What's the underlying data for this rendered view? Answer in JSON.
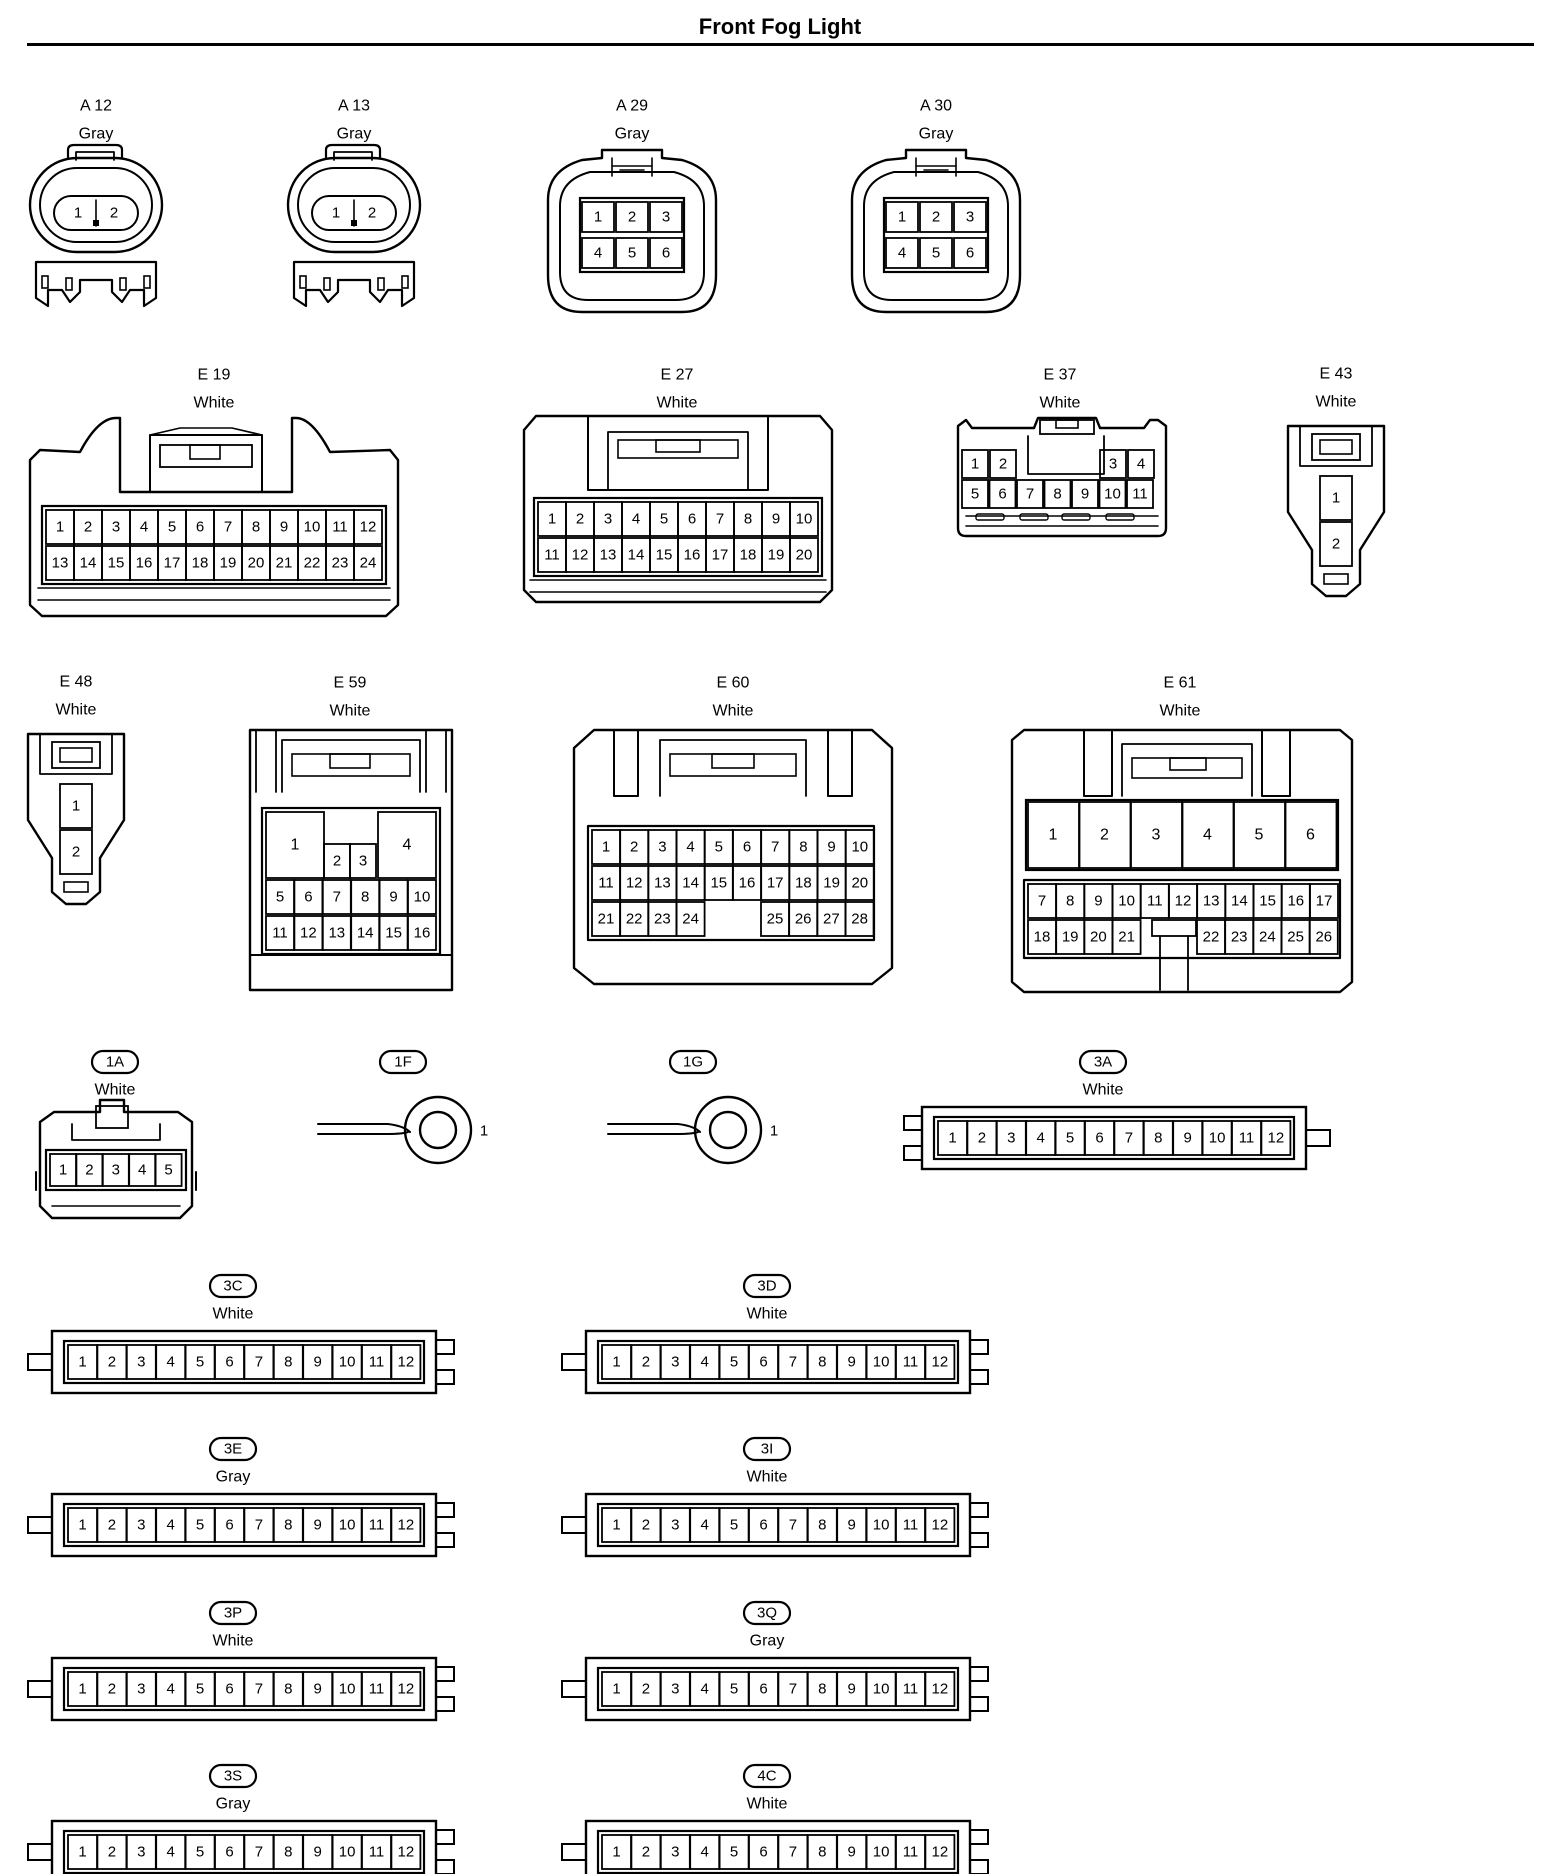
{
  "title": "Front Fog Light",
  "connectors": [
    {
      "id": "A 12",
      "color": "Gray",
      "pins": [
        "1",
        "2"
      ]
    },
    {
      "id": "A 13",
      "color": "Gray",
      "pins": [
        "1",
        "2"
      ]
    },
    {
      "id": "A 29",
      "color": "Gray",
      "pins": [
        "1",
        "2",
        "3",
        "4",
        "5",
        "6"
      ]
    },
    {
      "id": "A 30",
      "color": "Gray",
      "pins": [
        "1",
        "2",
        "3",
        "4",
        "5",
        "6"
      ]
    },
    {
      "id": "E 19",
      "color": "White",
      "pins": [
        "1",
        "2",
        "3",
        "4",
        "5",
        "6",
        "7",
        "8",
        "9",
        "10",
        "11",
        "12",
        "13",
        "14",
        "15",
        "16",
        "17",
        "18",
        "19",
        "20",
        "21",
        "22",
        "23",
        "24"
      ]
    },
    {
      "id": "E 27",
      "color": "White",
      "pins": [
        "1",
        "2",
        "3",
        "4",
        "5",
        "6",
        "7",
        "8",
        "9",
        "10",
        "11",
        "12",
        "13",
        "14",
        "15",
        "16",
        "17",
        "18",
        "19",
        "20"
      ]
    },
    {
      "id": "E 37",
      "color": "White",
      "pins": [
        "1",
        "2",
        "3",
        "4",
        "5",
        "6",
        "7",
        "8",
        "9",
        "10",
        "11"
      ]
    },
    {
      "id": "E 43",
      "color": "White",
      "pins": [
        "1",
        "2"
      ]
    },
    {
      "id": "E 48",
      "color": "White",
      "pins": [
        "1",
        "2"
      ]
    },
    {
      "id": "E 59",
      "color": "White",
      "pins": [
        "1",
        "2",
        "3",
        "4",
        "5",
        "6",
        "7",
        "8",
        "9",
        "10",
        "11",
        "12",
        "13",
        "14",
        "15",
        "16"
      ]
    },
    {
      "id": "E 60",
      "color": "White",
      "pins": [
        "1",
        "2",
        "3",
        "4",
        "5",
        "6",
        "7",
        "8",
        "9",
        "10",
        "11",
        "12",
        "13",
        "14",
        "15",
        "16",
        "17",
        "18",
        "19",
        "20",
        "21",
        "22",
        "23",
        "24",
        "25",
        "26",
        "27",
        "28"
      ]
    },
    {
      "id": "E 61",
      "color": "White",
      "pins": [
        "1",
        "2",
        "3",
        "4",
        "5",
        "6",
        "7",
        "8",
        "9",
        "10",
        "11",
        "12",
        "13",
        "14",
        "15",
        "16",
        "17",
        "18",
        "19",
        "20",
        "21",
        "22",
        "23",
        "24",
        "25",
        "26"
      ]
    },
    {
      "id": "1A",
      "color": "White",
      "pins": [
        "1",
        "2",
        "3",
        "4",
        "5"
      ]
    },
    {
      "id": "1F",
      "color": "",
      "pins": [
        "1"
      ]
    },
    {
      "id": "1G",
      "color": "",
      "pins": [
        "1"
      ]
    },
    {
      "id": "3A",
      "color": "White",
      "pins": [
        "1",
        "2",
        "3",
        "4",
        "5",
        "6",
        "7",
        "8",
        "9",
        "10",
        "11",
        "12"
      ]
    },
    {
      "id": "3C",
      "color": "White",
      "pins": [
        "1",
        "2",
        "3",
        "4",
        "5",
        "6",
        "7",
        "8",
        "9",
        "10",
        "11",
        "12"
      ]
    },
    {
      "id": "3D",
      "color": "White",
      "pins": [
        "1",
        "2",
        "3",
        "4",
        "5",
        "6",
        "7",
        "8",
        "9",
        "10",
        "11",
        "12"
      ]
    },
    {
      "id": "3E",
      "color": "Gray",
      "pins": [
        "1",
        "2",
        "3",
        "4",
        "5",
        "6",
        "7",
        "8",
        "9",
        "10",
        "11",
        "12"
      ]
    },
    {
      "id": "3I",
      "color": "White",
      "pins": [
        "1",
        "2",
        "3",
        "4",
        "5",
        "6",
        "7",
        "8",
        "9",
        "10",
        "11",
        "12"
      ]
    },
    {
      "id": "3P",
      "color": "White",
      "pins": [
        "1",
        "2",
        "3",
        "4",
        "5",
        "6",
        "7",
        "8",
        "9",
        "10",
        "11",
        "12"
      ]
    },
    {
      "id": "3Q",
      "color": "Gray",
      "pins": [
        "1",
        "2",
        "3",
        "4",
        "5",
        "6",
        "7",
        "8",
        "9",
        "10",
        "11",
        "12"
      ]
    },
    {
      "id": "3S",
      "color": "Gray",
      "pins": [
        "1",
        "2",
        "3",
        "4",
        "5",
        "6",
        "7",
        "8",
        "9",
        "10",
        "11",
        "12"
      ]
    },
    {
      "id": "4C",
      "color": "White",
      "pins": [
        "1",
        "2",
        "3",
        "4",
        "5",
        "6",
        "7",
        "8",
        "9",
        "10",
        "11",
        "12"
      ]
    }
  ]
}
